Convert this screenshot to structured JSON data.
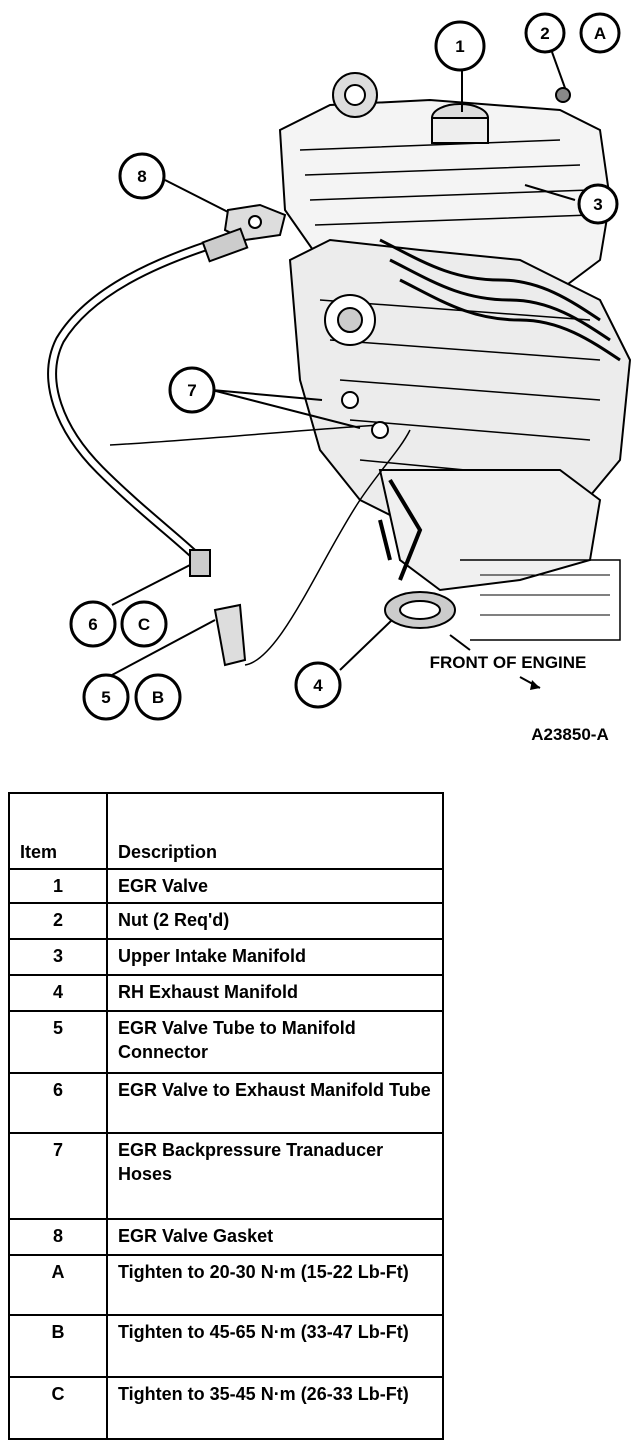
{
  "callouts": [
    "1",
    "2",
    "A",
    "3",
    "8",
    "7",
    "6",
    "C",
    "5",
    "B",
    "4"
  ],
  "labels": {
    "front_of_engine": "FRONT OF ENGINE",
    "figure_id": "A23850-A"
  },
  "table": {
    "headers": {
      "item": "Item",
      "description": "Description"
    },
    "rows": [
      {
        "item": "1",
        "description": "EGR Valve"
      },
      {
        "item": "2",
        "description": "Nut (2 Req'd)"
      },
      {
        "item": "3",
        "description": "Upper Intake Manifold"
      },
      {
        "item": "4",
        "description": "RH Exhaust Manifold"
      },
      {
        "item": "5",
        "description": "EGR Valve Tube to Manifold Connector"
      },
      {
        "item": "6",
        "description": "EGR Valve to Exhaust Manifold Tube"
      },
      {
        "item": "7",
        "description": "EGR Backpressure Tranaducer Hoses"
      },
      {
        "item": "8",
        "description": "EGR Valve Gasket"
      },
      {
        "item": "A",
        "description": "Tighten to 20-30 N·m (15-22 Lb-Ft)"
      },
      {
        "item": "B",
        "description": "Tighten to 45-65 N·m (33-47 Lb-Ft)"
      },
      {
        "item": "C",
        "description": "Tighten to 35-45 N·m (26-33 Lb-Ft)"
      }
    ]
  }
}
